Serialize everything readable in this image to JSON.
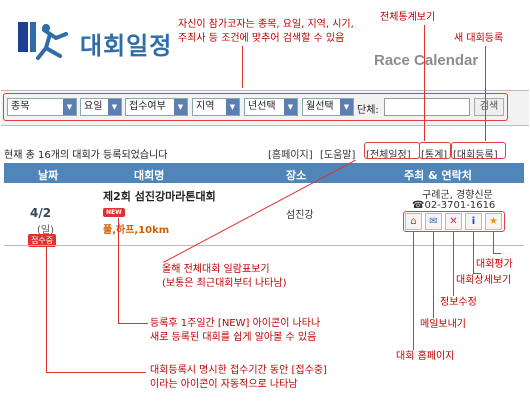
{
  "header": {
    "title_main": "대회일정",
    "title_sub": "Race Calendar"
  },
  "notes": {
    "search_hint_1": "자신이 참가코자는 종목, 요일, 지역, 시기,",
    "search_hint_2": "주최사 등 조건에 맞추어 검색할 수 있음",
    "stats_view": "전체통계보기",
    "new_register": "새 대회등록",
    "all_races_1": "올해 전체대회 일람표보기",
    "all_races_2": "(보통은 최근대회부터 나타남)",
    "new_icon_1": "등록후 1주일간 [NEW] 아이콘이 나타나",
    "new_icon_2": "새로 등록된 대회를 쉽게 알아볼 수 있음",
    "accepting_1": "대회등록시 명시한 접수기간 동안 [접수중]",
    "accepting_2": "이라는 아이콘이 자동적으로 나타남",
    "homepage": "대회 홈페이지",
    "mail": "메일보내기",
    "edit": "정보수정",
    "detail": "대회상세보기",
    "rating": "대회평가"
  },
  "search": {
    "event": "종목",
    "day": "요일",
    "accept": "접수여부",
    "region": "지역",
    "year": "년선택",
    "month": "월선택",
    "keyword_label": "단체:",
    "button": "검색"
  },
  "summary": {
    "count_text": "현재 총 16개의 대회가 등록되었습니다",
    "homepage_link": "[홈페이지]",
    "help_link": "[도움말]",
    "all_link": "[전체일정]",
    "stats_link": "[통계]",
    "register_link": "[대회등록]"
  },
  "table": {
    "headers": [
      "날짜",
      "대회명",
      "장소",
      "주최 & 연락처"
    ],
    "row": {
      "date": "4/2",
      "day": "(일)",
      "status": "접수중",
      "name": "제2회 섬진강마라톤대회",
      "new_badge": "NEW",
      "course": "풀,하프,10km",
      "place": "섬진강",
      "organizer": "구례군, 경향신문",
      "phone": "☎02-3701-1616"
    }
  },
  "icons": {
    "homepage": "home-icon",
    "mail": "mail-icon",
    "edit": "tools-icon",
    "detail": "info-icon",
    "rating": "star-icon"
  }
}
